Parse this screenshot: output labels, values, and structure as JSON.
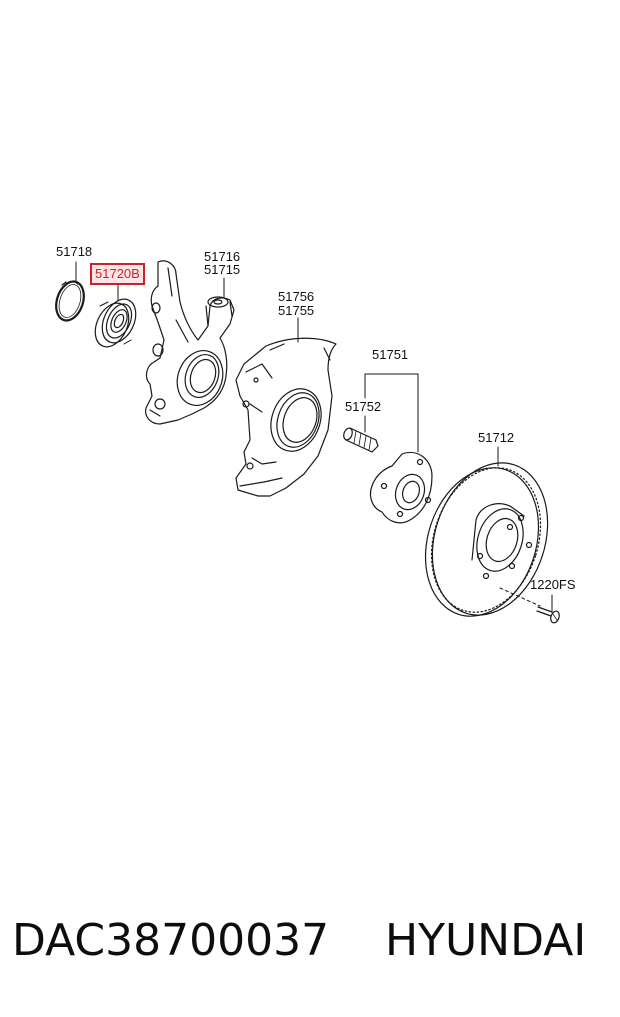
{
  "labels": {
    "snap_ring": "51718",
    "bearing": "51720B",
    "knuckle_a": "51716",
    "knuckle_b": "51715",
    "dust_cover_a": "51756",
    "dust_cover_b": "51755",
    "hub": "51751",
    "hub_bolt": "51752",
    "brake_disc": "51712",
    "screw": "1220FS"
  },
  "caption": {
    "part_number": "DAC38700037",
    "brand": "HYUNDAI"
  },
  "colors": {
    "line": "#1a1a1a",
    "highlight_border": "#d01f26",
    "highlight_fill": "#fbe6e7",
    "caption_text": "#0d0d0d"
  }
}
